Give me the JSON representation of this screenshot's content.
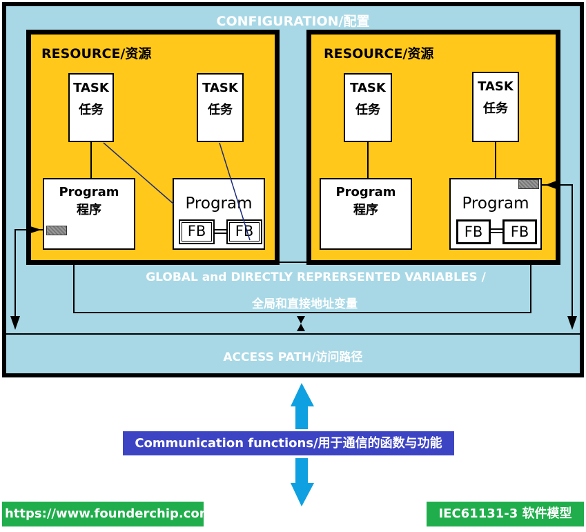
{
  "configuration": {
    "title": "CONFIGURATION/配置"
  },
  "resources": [
    {
      "title": "RESOURCE/资源",
      "tasks": [
        {
          "line1": "TASK",
          "line2": "任务"
        },
        {
          "line1": "TASK",
          "line2": "任务"
        }
      ],
      "programs": [
        {
          "line1": "Program",
          "line2": "程序"
        },
        {
          "label": "Program",
          "fbs": [
            "FB",
            "FB"
          ]
        }
      ]
    },
    {
      "title": "RESOURCE/资源",
      "tasks": [
        {
          "line1": "TASK",
          "line2": "任务"
        },
        {
          "line1": "TASK",
          "line2": "任务"
        }
      ],
      "programs": [
        {
          "line1": "Program",
          "line2": "程序"
        },
        {
          "label": "Program",
          "fbs": [
            "FB",
            "FB"
          ]
        }
      ]
    }
  ],
  "global_variables": {
    "line1": "GLOBAL and DIRECTLY REPRERSENTED VARIABLES /",
    "line2": "全局和直接地址变量"
  },
  "access_path": {
    "label": "ACCESS PATH/访问路径"
  },
  "communication": {
    "label": "Communication functions/用于通信的函数与功能"
  },
  "footer": {
    "website": "https://www.founderchip.com",
    "model": "IEC61131-3 软件模型"
  },
  "colors": {
    "configuration_bg": "#a8d8e6",
    "resource_bg": "#ffc81a",
    "communication_bg": "#3d44c4",
    "footer_bg": "#1fae4b",
    "arrow": "#0ea0e0"
  }
}
